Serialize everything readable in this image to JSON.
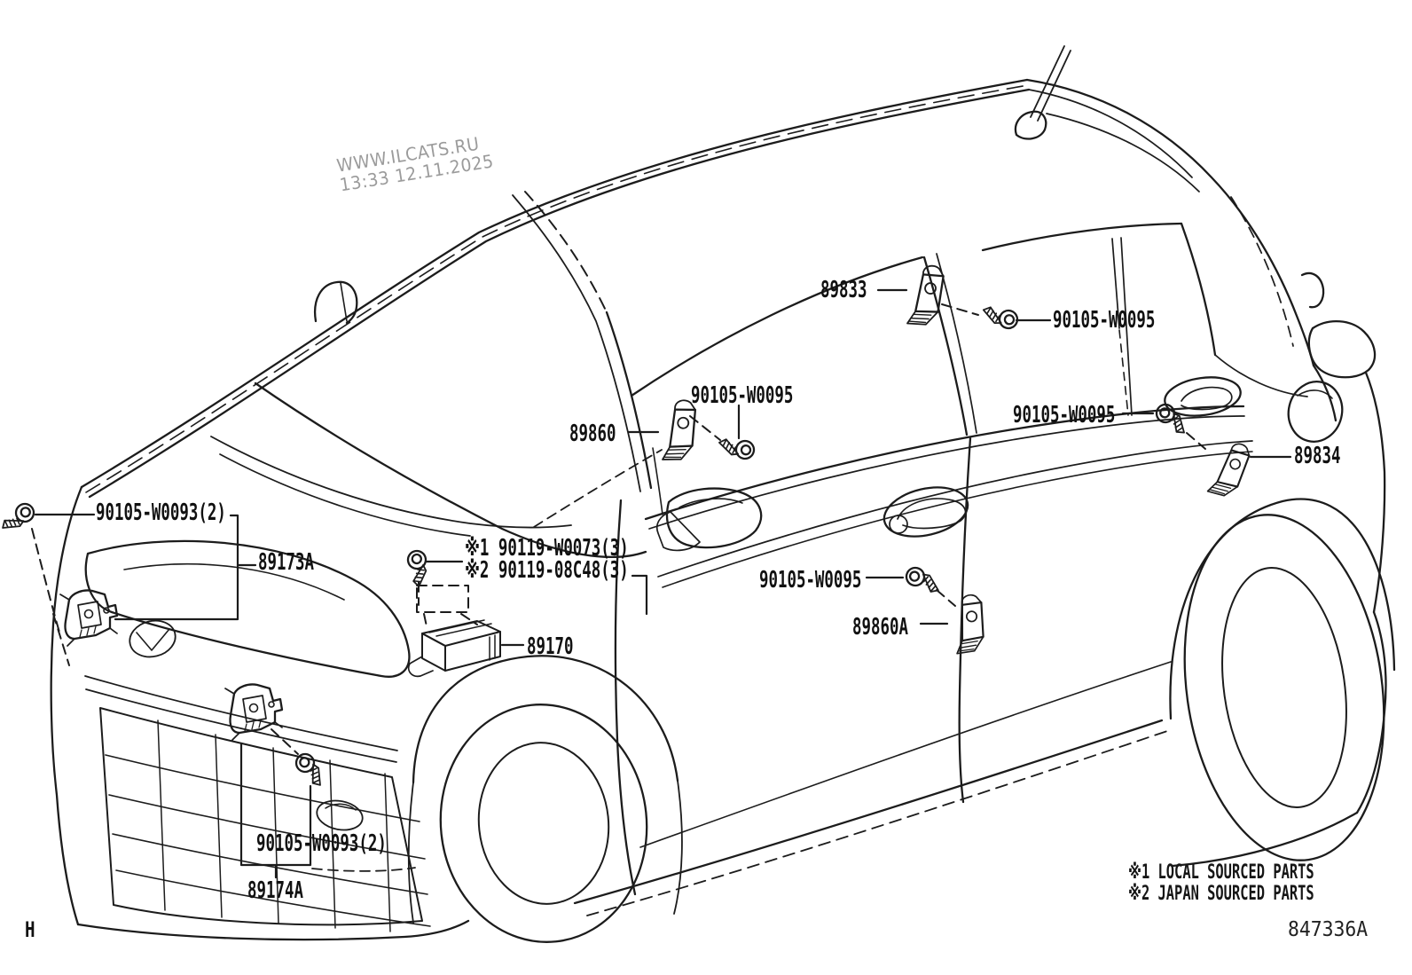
{
  "watermark": {
    "line1": "WWW.ILCATS.RU",
    "line2": "13:33 12.11.2025"
  },
  "footer": {
    "page_marker": "H",
    "drawing_number": "847336A"
  },
  "legend": {
    "note1": "※1 LOCAL SOURCED PARTS",
    "note2": "※2 JAPAN SOURCED PARTS"
  },
  "parts": {
    "front_sensor_upper_bolt": {
      "label": "90105-W0093(2)"
    },
    "front_sensor_upper": {
      "label": "89173A"
    },
    "ecu_bolt_local": {
      "label": "※1 90119-W0073(3)"
    },
    "ecu_bolt_japan": {
      "label": "※2 90119-08C48(3)"
    },
    "airbag_ecu": {
      "label": "89170"
    },
    "front_pillar_sensor": {
      "label": "89860"
    },
    "front_pillar_sensor_screw": {
      "label": "90105-W0095"
    },
    "center_pillar_sensor": {
      "label": "89833"
    },
    "center_pillar_sensor_screw": {
      "label": "90105-W0095"
    },
    "rear_door_sensor": {
      "label": "89860A"
    },
    "rear_door_sensor_screw": {
      "label": "90105-W0095"
    },
    "rear_quarter_sensor": {
      "label": "89834"
    },
    "rear_quarter_sensor_screw": {
      "label": "90105-W0095"
    },
    "front_sensor_lower_bolt": {
      "label": "90105-W0093(2)"
    },
    "front_sensor_lower": {
      "label": "89174A"
    }
  }
}
